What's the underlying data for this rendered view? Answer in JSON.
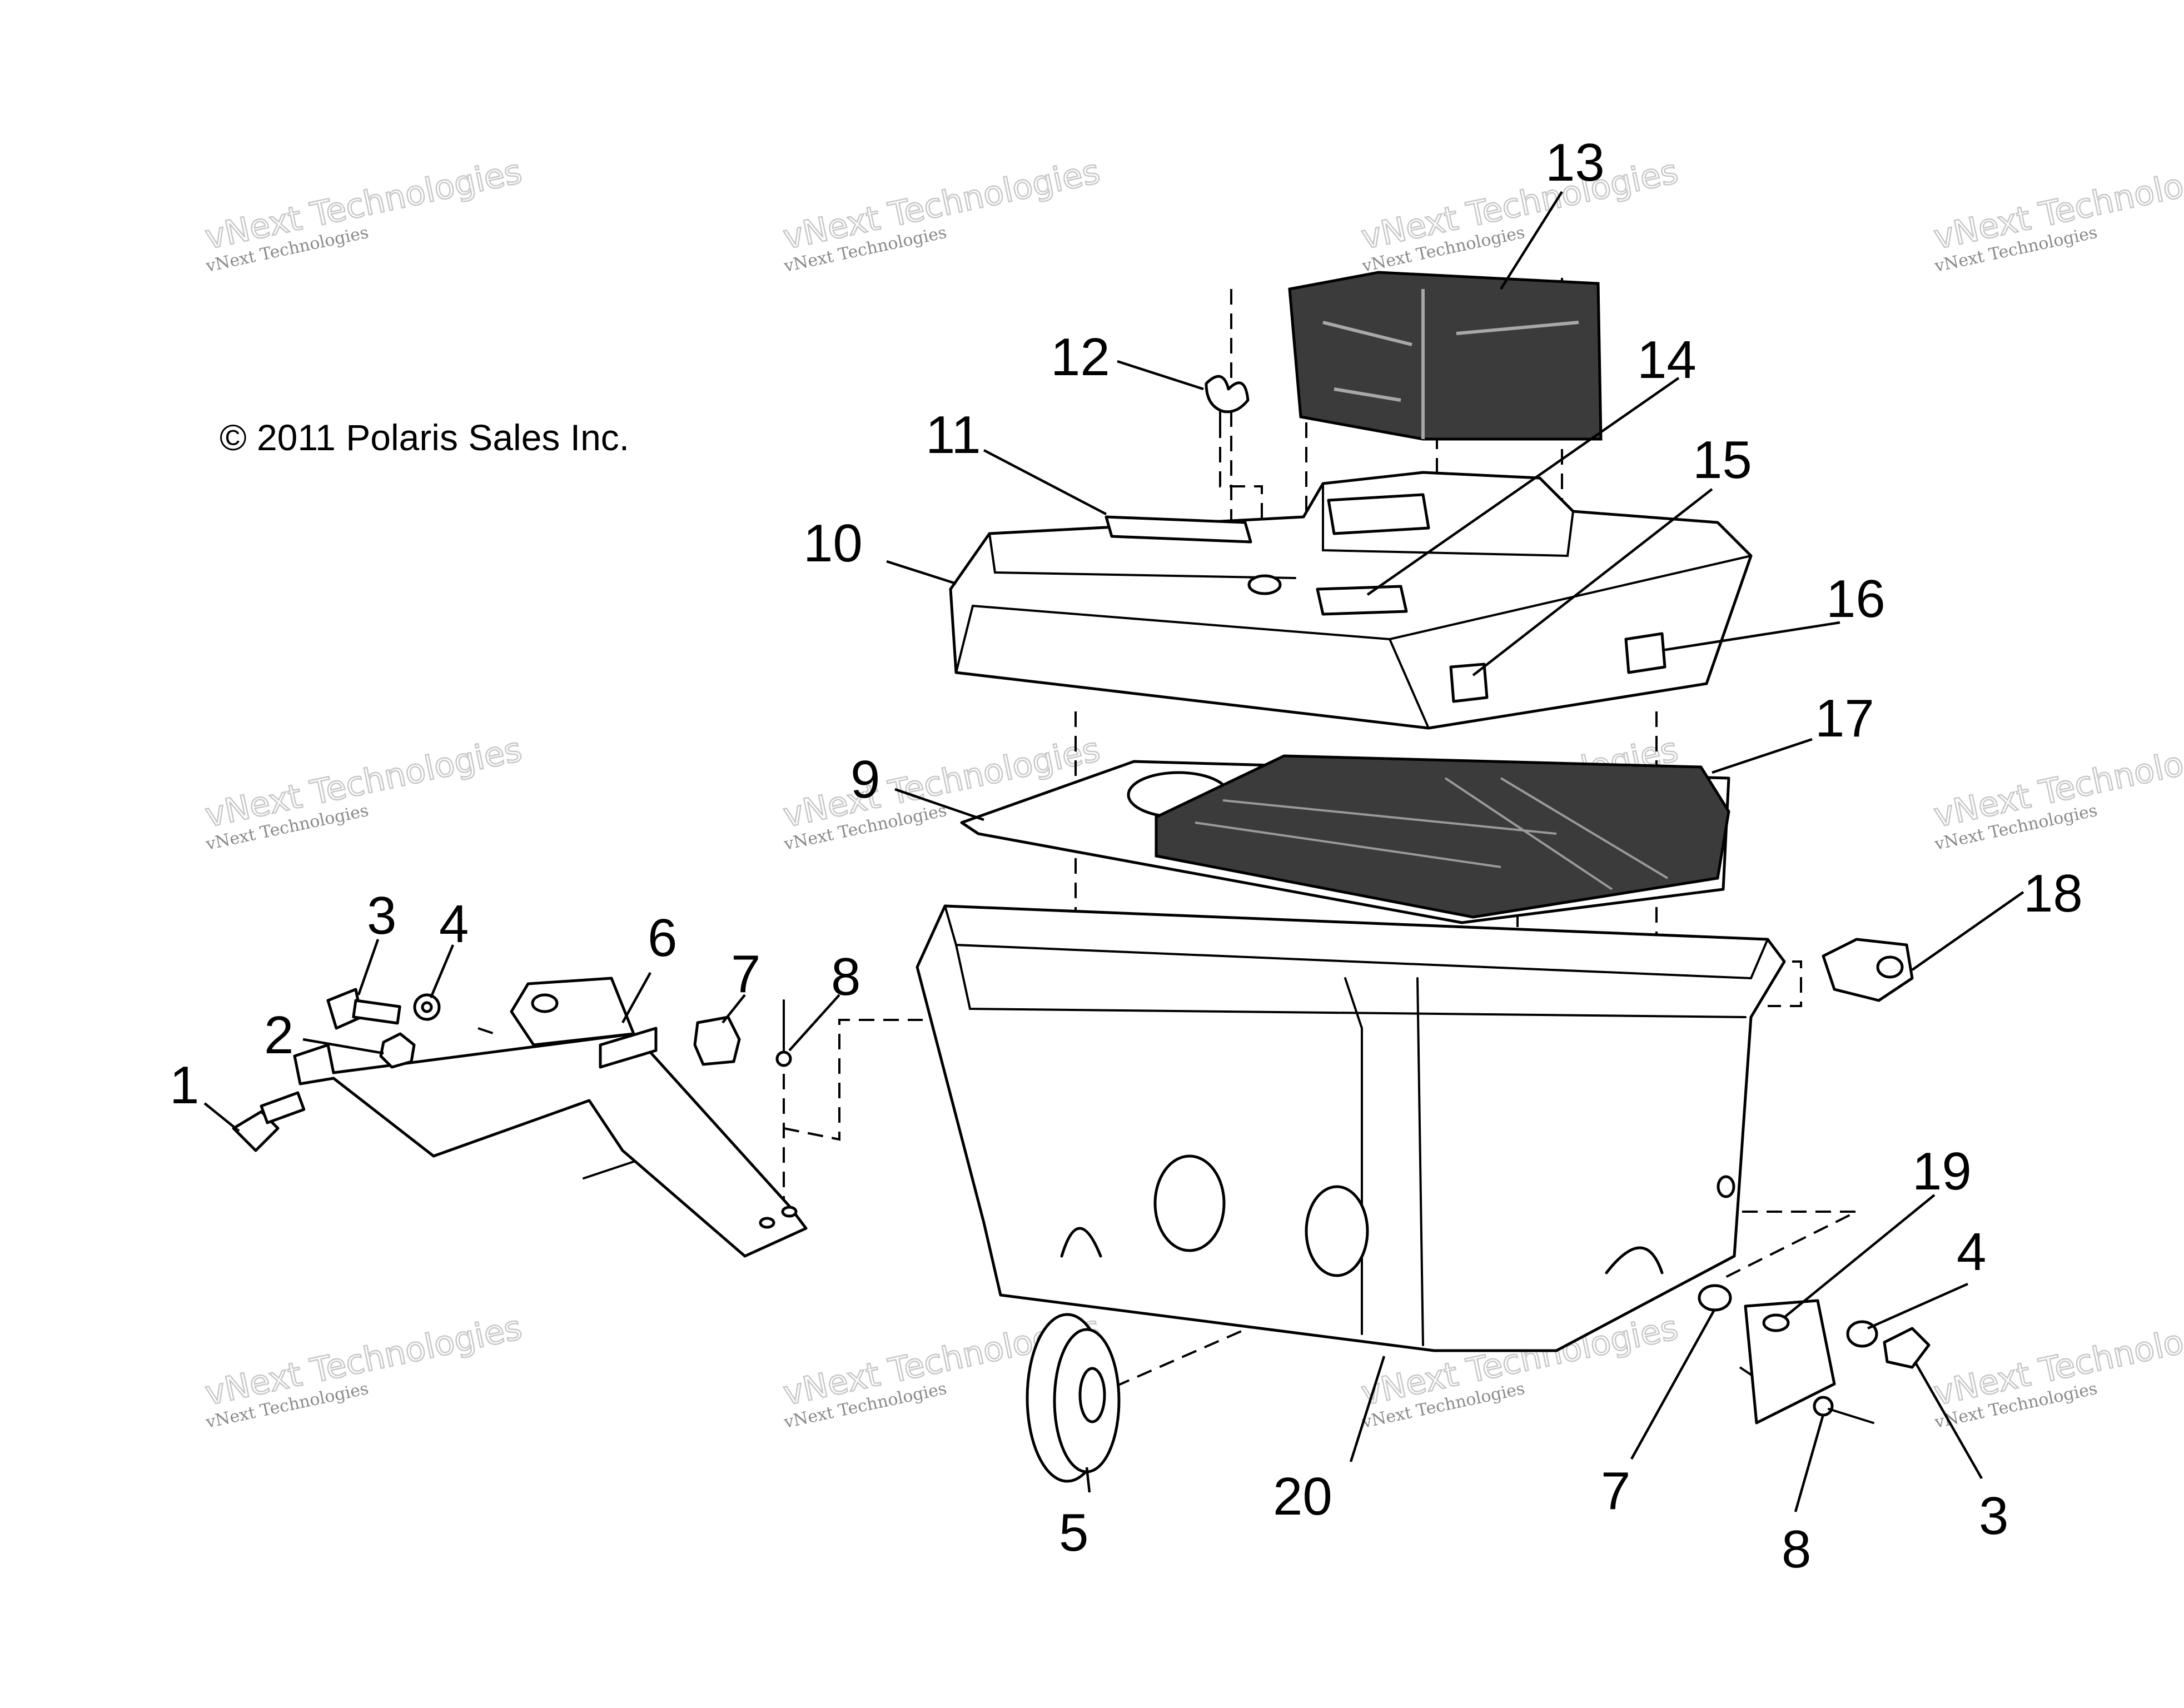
{
  "copyright": "© 2011 Polaris Sales Inc.",
  "watermark": {
    "line1": "vNext Technologies",
    "line2": "vNext\nTechnologies"
  },
  "callouts": [
    "1",
    "2",
    "3",
    "4",
    "5",
    "6",
    "7",
    "8",
    "9",
    "10",
    "11",
    "12",
    "13",
    "14",
    "15",
    "16",
    "17",
    "18",
    "19",
    "20",
    "7",
    "8",
    "4",
    "3"
  ],
  "colors": {
    "line": "#000000",
    "background": "#ffffff",
    "watermark": "#c8c8c8"
  }
}
